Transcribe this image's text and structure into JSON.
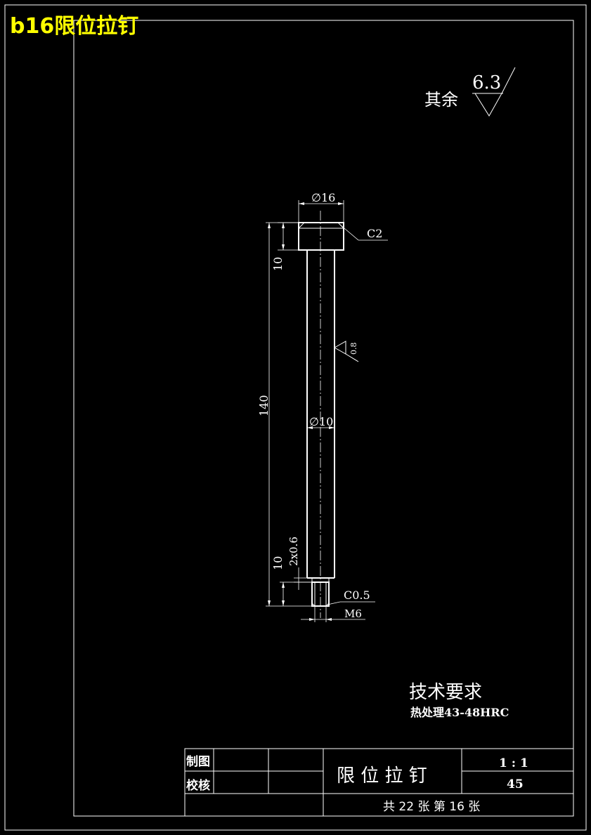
{
  "sheet_title": "b16限位拉钉",
  "roughness_default": {
    "prefix": "其余",
    "value": "6.3"
  },
  "dimensions": {
    "head_diameter": "∅16",
    "chamfer_head": "C2",
    "head_height": "10",
    "total_length": "140",
    "shaft_roughness": "0.8",
    "shaft_diameter": "∅10",
    "groove": "2x0.6",
    "thread_length": "10",
    "chamfer_thread": "C0.5",
    "thread": "M6"
  },
  "technical_requirements": {
    "heading": "技术要求",
    "line1": "热处理43-48HRC"
  },
  "title_block": {
    "drawn_label": "制图",
    "checked_label": "校核",
    "part_name": "限 位 拉 钉",
    "scale": "1 : 1",
    "material": "45",
    "sheet_count": "共 22 张  第 16 张"
  }
}
